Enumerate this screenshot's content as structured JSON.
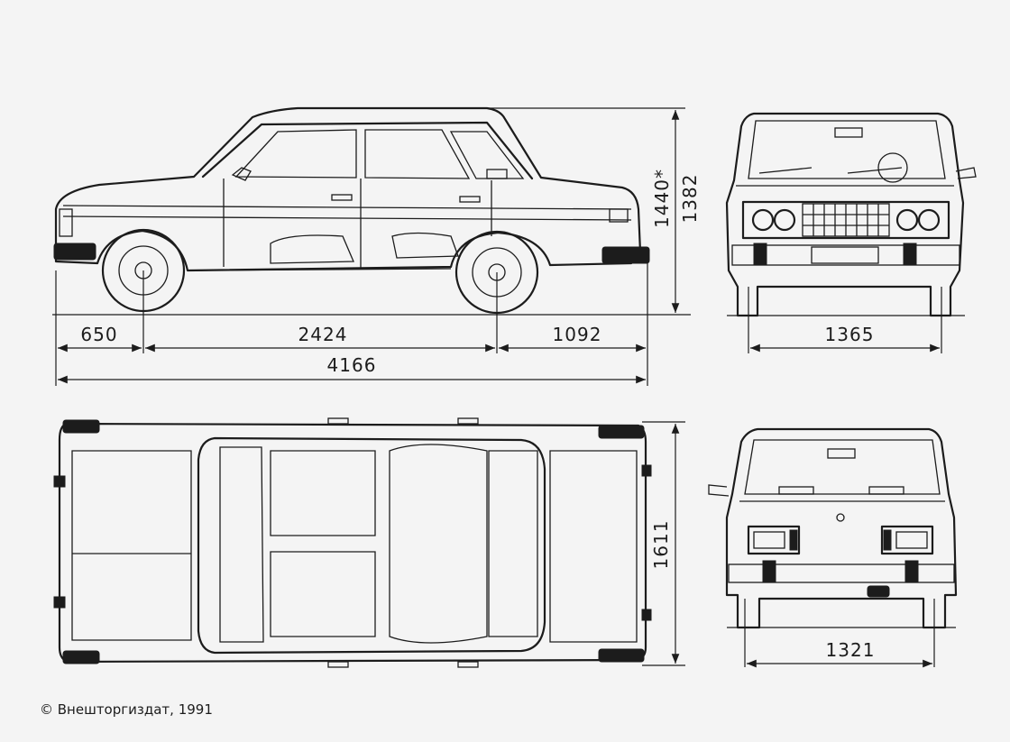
{
  "dimensions": {
    "front_overhang": "650",
    "wheelbase": "2424",
    "rear_overhang": "1092",
    "overall_length": "4166",
    "height_loaded": "1440*",
    "height": "1382",
    "front_track": "1365",
    "overall_width": "1611",
    "rear_track": "1321"
  },
  "copyright": "© Внешторгиздат, 1991",
  "colors": {
    "paper": "#f4f4f4",
    "ink": "#1c1c1c"
  }
}
